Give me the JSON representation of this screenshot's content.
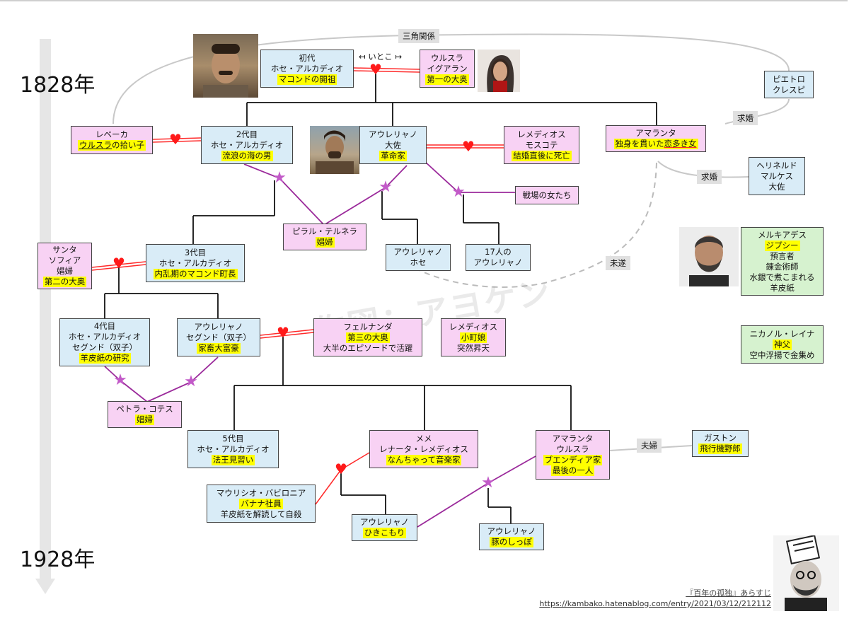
{
  "years": {
    "start": "1828年",
    "end": "1928年"
  },
  "relations": {
    "triangle": "三角関係",
    "cousins": "↤ いとこ ↦",
    "proposal1": "求婚",
    "proposal2": "求婚",
    "unfulfilled": "未遂",
    "couple": "夫婦"
  },
  "people": {
    "jose_arcadio_1": {
      "lines": [
        "初代",
        "ホセ・アルカディオ"
      ],
      "highlight": "マコンドの開祖"
    },
    "ursula": {
      "lines": [
        "ウルスラ",
        "イグアラン"
      ],
      "highlight": "第一の大奥"
    },
    "pietro": {
      "lines": [
        "ピエトロ",
        "クレスピ"
      ]
    },
    "rebeca": {
      "lines": [
        "レベーカ"
      ],
      "highlight_u": "ウルスラ",
      "highlight_rest": "の拾い子"
    },
    "jose_arcadio_2": {
      "lines": [
        "2代目",
        "ホセ・アルカディオ"
      ],
      "highlight": "流浪の海の男"
    },
    "aureliano_colonel": {
      "lines": [
        "アウレリャノ",
        "大佐"
      ],
      "highlight": "革命家"
    },
    "remedios_moscote": {
      "lines": [
        "レメディオス",
        "モスコテ"
      ],
      "highlight": "結婚直後に死亡"
    },
    "amaranta": {
      "lines": [
        "アマランタ"
      ],
      "highlight": "独身を貫いた",
      "highlight_u": "恋多き女"
    },
    "herinerdo": {
      "lines": [
        "ヘリネルド",
        "マルケス",
        "大佐"
      ]
    },
    "battlefield_women": {
      "lines": [
        "戦場の女たち"
      ]
    },
    "pilar": {
      "lines": [
        "ピラル・テルネラ"
      ],
      "highlight": "娼婦"
    },
    "aureliano_jose": {
      "lines": [
        "アウレリャノ",
        "ホセ"
      ]
    },
    "seventeen": {
      "lines": [
        "17人の",
        "アウレリャノ"
      ]
    },
    "santa_sofia": {
      "lines": [
        "サンタ",
        "ソフィア",
        "娼婦"
      ],
      "highlight": "第二の大奥"
    },
    "arcadio_3": {
      "lines": [
        "3代目",
        "ホセ・アルカディオ"
      ],
      "highlight": "内乱期のマコンド町長"
    },
    "melquiades": {
      "lines": [
        "メルキアデス"
      ],
      "highlight": "ジプシー",
      "extra": [
        "預言者",
        "錬金術師",
        "水銀で煮こまれる",
        "羊皮紙"
      ]
    },
    "nicanor": {
      "lines": [
        "ニカノル・レイナ"
      ],
      "highlight": "神父",
      "extra": [
        "空中浮揚で金集め"
      ]
    },
    "jose_arcadio_segundo": {
      "lines": [
        "4代目",
        "ホセ・アルカディオ",
        "セグンド（双子）"
      ],
      "highlight": "羊皮紙の研究"
    },
    "aureliano_segundo": {
      "lines": [
        "アウレリャノ",
        "セグンド（双子）"
      ],
      "highlight": "家畜大富豪"
    },
    "fernanda": {
      "lines": [
        "フェルナンダ"
      ],
      "highlight": "第三の大奥",
      "extra": [
        "大半のエピソードで活躍"
      ]
    },
    "remedios_beauty": {
      "lines": [
        "レメディオス"
      ],
      "highlight": "小町娘",
      "extra": [
        "突然昇天"
      ]
    },
    "petra": {
      "lines": [
        "ペトラ・コテス"
      ],
      "highlight": "娼婦"
    },
    "jose_arcadio_5": {
      "lines": [
        "5代目",
        "ホセ・アルカディオ"
      ],
      "highlight": "法王見習い"
    },
    "meme": {
      "lines": [
        "メメ",
        "レナータ・レメディオス"
      ],
      "highlight": "なんちゃって音楽家"
    },
    "amaranta_ursula": {
      "lines": [
        "アマランタ",
        "ウルスラ"
      ],
      "highlight": "ブエンディア家",
      "extra_hl": "最後の一人"
    },
    "gaston": {
      "lines": [
        "ガストン"
      ],
      "highlight": "飛行機野郎"
    },
    "mauricio": {
      "lines": [
        "マウリシオ・バビロニア"
      ],
      "highlight": "バナナ社員",
      "extra": [
        "羊皮紙を解読して自殺"
      ]
    },
    "aureliano_hermit": {
      "lines": [
        "アウレリャノ"
      ],
      "highlight": "ひきこもり"
    },
    "aureliano_pigtail": {
      "lines": [
        "アウレリャノ"
      ],
      "highlight": "豚のしっぽ"
    }
  },
  "watermark": "作図：アヨケン",
  "credit": {
    "title": "『百年の孤独』あらすじ",
    "url": "https://kambako.hatenablog.com/entry/2021/03/12/212112"
  },
  "colors": {
    "blue_box": "#d9ecf7",
    "pink_box": "#f8d2f4",
    "green_box": "#d6f2cf",
    "highlight": "#ffff00",
    "love_line": "#ff2a2a",
    "affair_line": "#9b2a9b",
    "heart": "#ff1a1a",
    "star": "#c25ac8"
  },
  "icons": {
    "love": "heart-icon",
    "affair": "star-icon"
  }
}
